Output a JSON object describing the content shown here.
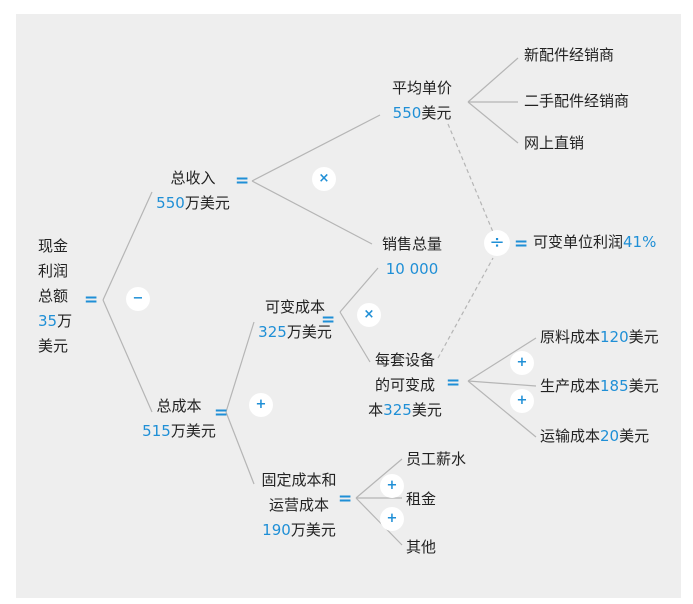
{
  "nodes": {
    "profit": {
      "l1": "现金",
      "l2": "利润",
      "l3": "总额",
      "value": "35",
      "unit": "万",
      "l5": "美元"
    },
    "revenue": {
      "label": "总收入",
      "value": "550",
      "unit": "万美元"
    },
    "cost": {
      "label": "总成本",
      "value": "515",
      "unit": "万美元"
    },
    "avg_price": {
      "label": "平均单价",
      "value": "550",
      "unit": "美元"
    },
    "volume": {
      "label": "销售总量",
      "value": "10 000"
    },
    "variable_cost": {
      "label": "可变成本",
      "value": "325",
      "unit": "万美元"
    },
    "fixed_cost": {
      "l1": "固定成本和",
      "l2": "运营成本",
      "value": "190",
      "unit": "万美元"
    },
    "unit_var_cost": {
      "l1": "每套设备",
      "l2": "的可变成",
      "l3": "本",
      "value": "325",
      "unit": "美元"
    },
    "unit_margin": {
      "label": "可变单位利润",
      "value": "41%"
    },
    "channels": [
      "新配件经销商",
      "二手配件经销商",
      "网上直销"
    ],
    "var_items": [
      {
        "label": "原料成本",
        "value": "120",
        "unit": "美元"
      },
      {
        "label": "生产成本",
        "value": "185",
        "unit": "美元"
      },
      {
        "label": "运输成本",
        "value": "20",
        "unit": "美元"
      }
    ],
    "fixed_items": [
      "员工薪水",
      "租金",
      "其他"
    ]
  },
  "operators": {
    "equals": "=",
    "minus": "−",
    "plus": "+",
    "times": "×",
    "divide": "÷"
  },
  "colors": {
    "background": "#eeeeee",
    "accent": "#1f8fd6",
    "text": "#222222",
    "line": "#b5b5b5"
  }
}
